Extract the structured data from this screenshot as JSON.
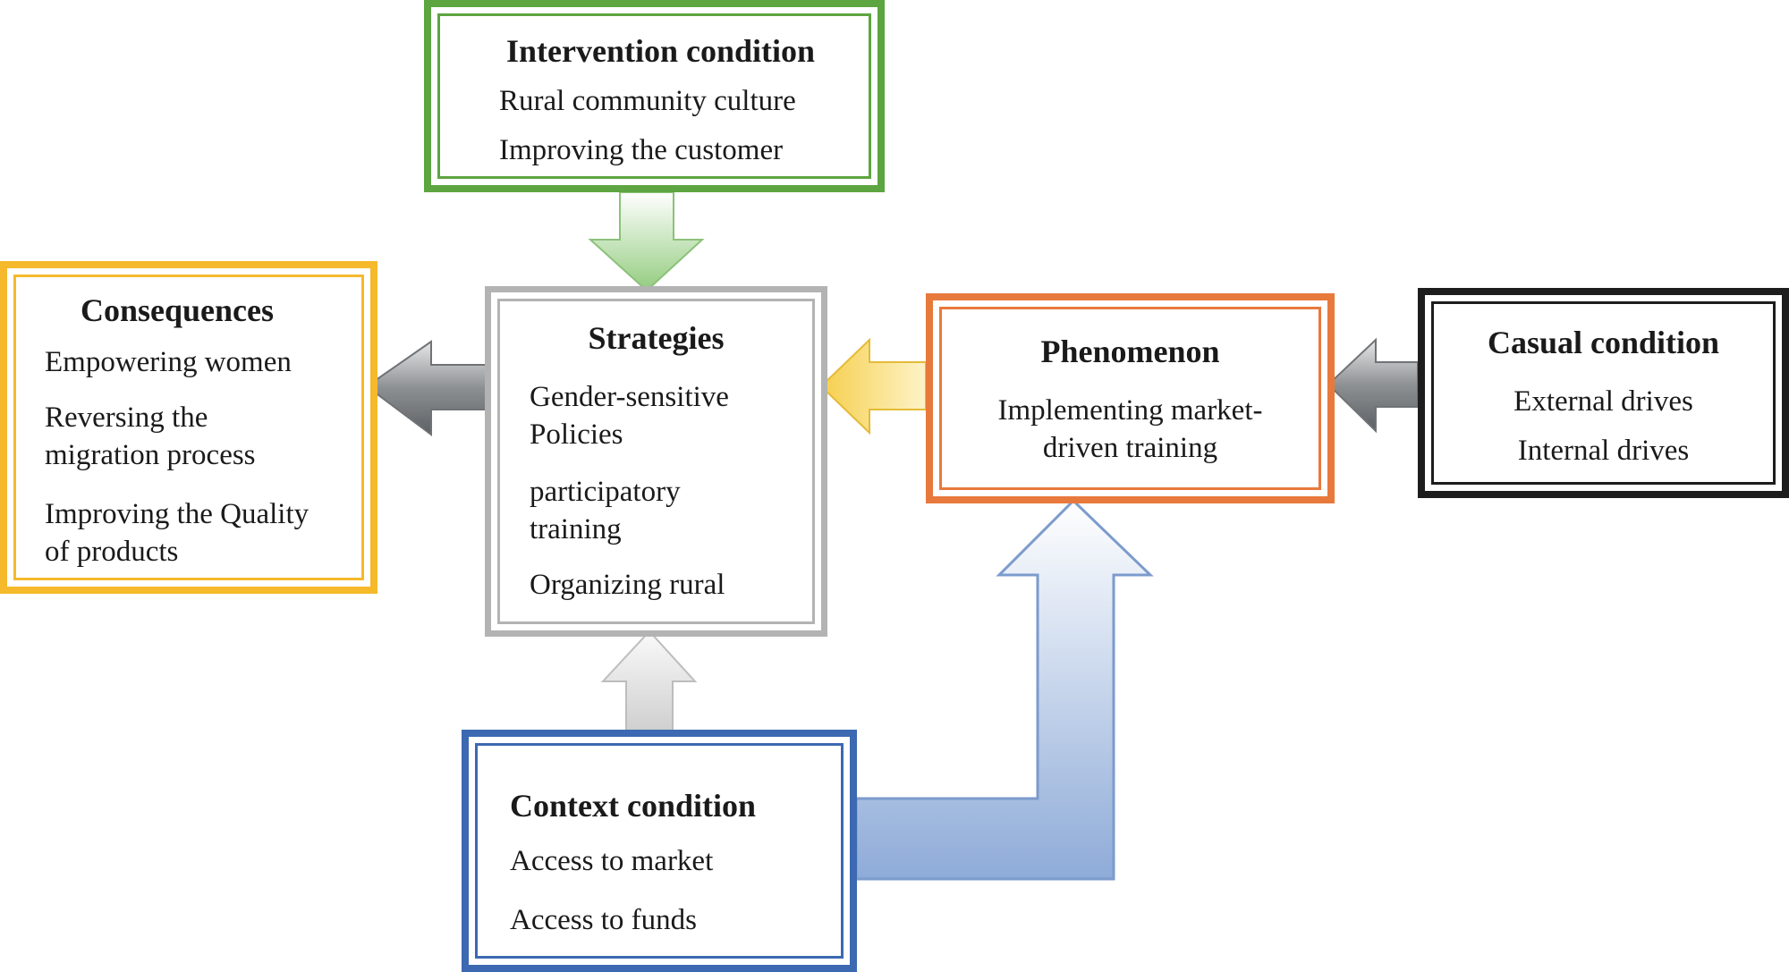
{
  "colors": {
    "intervention": "#5da540",
    "strategies": "#b3b3b3",
    "consequences": "#f6b92b",
    "phenomenon": "#e8793c",
    "casual": "#1d1d1d",
    "context": "#3c69b1",
    "arrow_green": "#98cf86",
    "arrow_yellow": "#f7d86a",
    "arrow_gray": "#8a8d90",
    "arrow_blue": "#8aa8d6"
  },
  "boxes": {
    "intervention": {
      "title": "Intervention condition",
      "items": [
        "Rural community culture",
        "Improving the customer"
      ]
    },
    "strategies": {
      "title": "Strategies",
      "items": [
        "Gender-sensitive Policies",
        "participatory training",
        "Organizing rural"
      ]
    },
    "consequences": {
      "title": "Consequences",
      "items": [
        "Empowering women",
        "Reversing the migration process",
        "Improving the Quality of products"
      ]
    },
    "phenomenon": {
      "title": "Phenomenon",
      "items": [
        "Implementing market-driven training"
      ]
    },
    "casual": {
      "title": "Casual condition",
      "items": [
        "External drives",
        "Internal drives"
      ]
    },
    "context": {
      "title": "Context condition",
      "items": [
        "Access to market",
        "Access to funds"
      ]
    }
  }
}
